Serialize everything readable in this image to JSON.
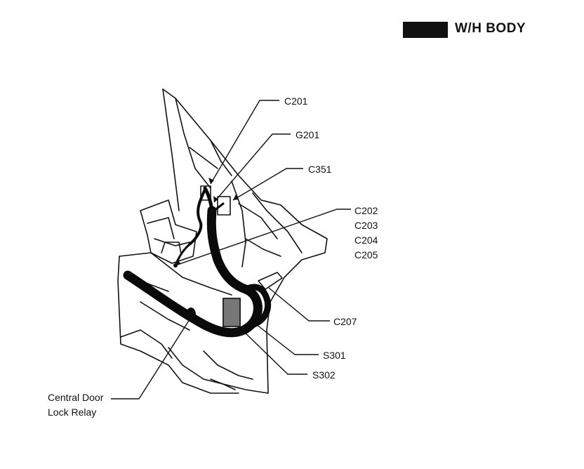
{
  "header": {
    "title": "W/H BODY"
  },
  "callouts": {
    "c201": "C201",
    "g201": "G201",
    "c351": "C351",
    "c202_group": [
      "C202",
      "C203",
      "C204",
      "C205"
    ],
    "c207": "C207",
    "s301": "S301",
    "s302": "S302",
    "relay_line1": "Central Door",
    "relay_line2": "Lock Relay"
  }
}
